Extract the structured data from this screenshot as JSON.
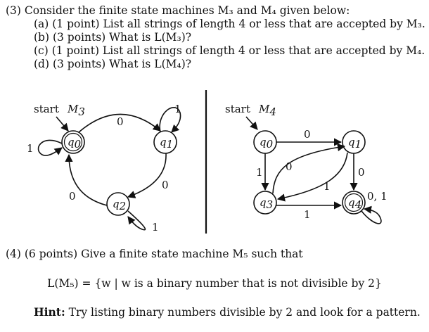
{
  "q3": {
    "header": "(3) Consider the finite state machines M₃ and M₄ given below:",
    "a": "(a) (1 point) List all strings of length 4 or less that are accepted by M₃.",
    "b": "(b) (3 points) What is L(M₃)?",
    "c": "(c) (1 point) List all strings of length 4 or less that are accepted by M₄.",
    "d": "(d) (3 points) What is L(M₄)?"
  },
  "m3": {
    "start_label": "start",
    "machine_name": "M",
    "machine_sub": "3",
    "states": {
      "q0": {
        "base": "q",
        "sub": "0"
      },
      "q1": {
        "base": "q",
        "sub": "1"
      },
      "q2": {
        "base": "q",
        "sub": "2"
      }
    },
    "labels": {
      "q0_loop": "1",
      "q0_q1": "0",
      "q1_loop": "1",
      "q1_q2": "0",
      "q2_loop": "1",
      "q2_q0": "0"
    }
  },
  "m4": {
    "start_label": "start",
    "machine_name": "M",
    "machine_sub": "4",
    "states": {
      "q0": {
        "base": "q",
        "sub": "0"
      },
      "q1": {
        "base": "q",
        "sub": "1"
      },
      "q3": {
        "base": "q",
        "sub": "3"
      },
      "q4": {
        "base": "q",
        "sub": "4"
      }
    },
    "labels": {
      "q0_q1": "0",
      "q0_q3": "1",
      "q3_q1": "0",
      "q1_q3": "1",
      "q1_q4": "0",
      "q3_q4": "1",
      "q4_loop": "0, 1"
    }
  },
  "q4": {
    "header": "(4) (6 points) Give a finite state machine M₅ such that",
    "formula": "L(M₅) = {w | w is a binary number that is not divisible by 2}",
    "hint_bold": "Hint:",
    "hint_text": " Try listing binary numbers divisible by 2 and look for a pattern."
  }
}
